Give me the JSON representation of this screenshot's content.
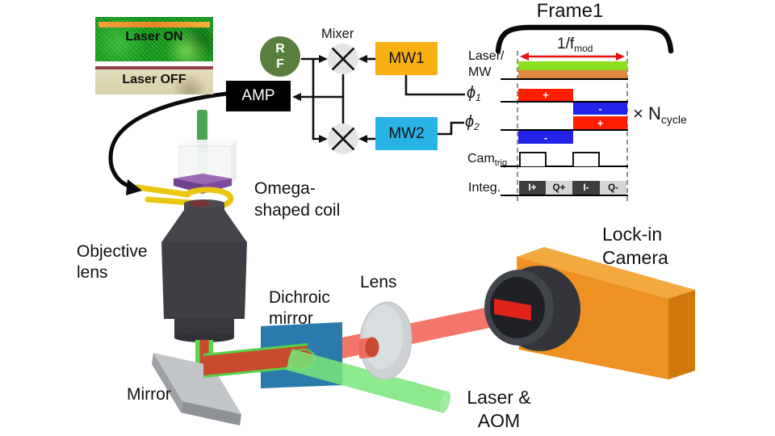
{
  "photos": {
    "laser_on": "Laser ON",
    "laser_off": "Laser OFF"
  },
  "circuit": {
    "rf_top": "R",
    "rf_bottom": "F",
    "mixer_label": "Mixer",
    "mw1": "MW1",
    "mw2": "MW2",
    "amp": "AMP",
    "phi": "ϕ",
    "phi1_sub": "1",
    "phi2_sub": "2"
  },
  "timing": {
    "frame_title": "Frame1",
    "period_main": "1/f",
    "period_sub": "mod",
    "row_laser_line1": "Laser/",
    "row_laser_line2": "MW",
    "row_cam": "Cam",
    "row_cam_sub": "trig",
    "row_integ": "Integ.",
    "ncycle_prefix": "× N",
    "ncycle_sub": "cycle",
    "phi1_plus": "+",
    "phi1_minus": "-",
    "phi2_plus": "+",
    "phi2_minus": "-",
    "integ_blocks": [
      {
        "label": "I+",
        "tone": "dark"
      },
      {
        "label": "Q+",
        "tone": "light"
      },
      {
        "label": "I-",
        "tone": "dark"
      },
      {
        "label": "Q-",
        "tone": "light"
      }
    ]
  },
  "optics": {
    "omega_line1": "Omega-",
    "omega_line2": "shaped coil",
    "objective_line1": "Objective",
    "objective_line2": "lens",
    "mirror": "Mirror",
    "dichroic_line1": "Dichroic",
    "dichroic_line2": "mirror",
    "lens": "Lens",
    "camera_line1": "Lock-in",
    "camera_line2": "Camera",
    "laser_line1": "Laser &",
    "laser_line2": "AOM"
  },
  "colors": {
    "mw1_box": "#F9B013",
    "mw2_box": "#29B2E6",
    "rf_circle": "#587F3E",
    "amp_box": "#000000",
    "mixer_fill": "#E4E4E4",
    "laser_bar_green": "#8CDE1F",
    "mw_bar_orange": "#DD8742",
    "block_red": "#FF1E00",
    "block_blue": "#2222E8",
    "integ_dark": "#3E3E3E",
    "integ_light": "#D5D5D5",
    "dichroic_blue": "#2A7AAB",
    "camera_orange": "#EE9122",
    "beam_red": "#F36254",
    "beam_green": "#78E678",
    "coil_yellow": "#EAC70E",
    "plate_purple": "#7E4BA1",
    "period_arrow_red": "#E81010"
  }
}
